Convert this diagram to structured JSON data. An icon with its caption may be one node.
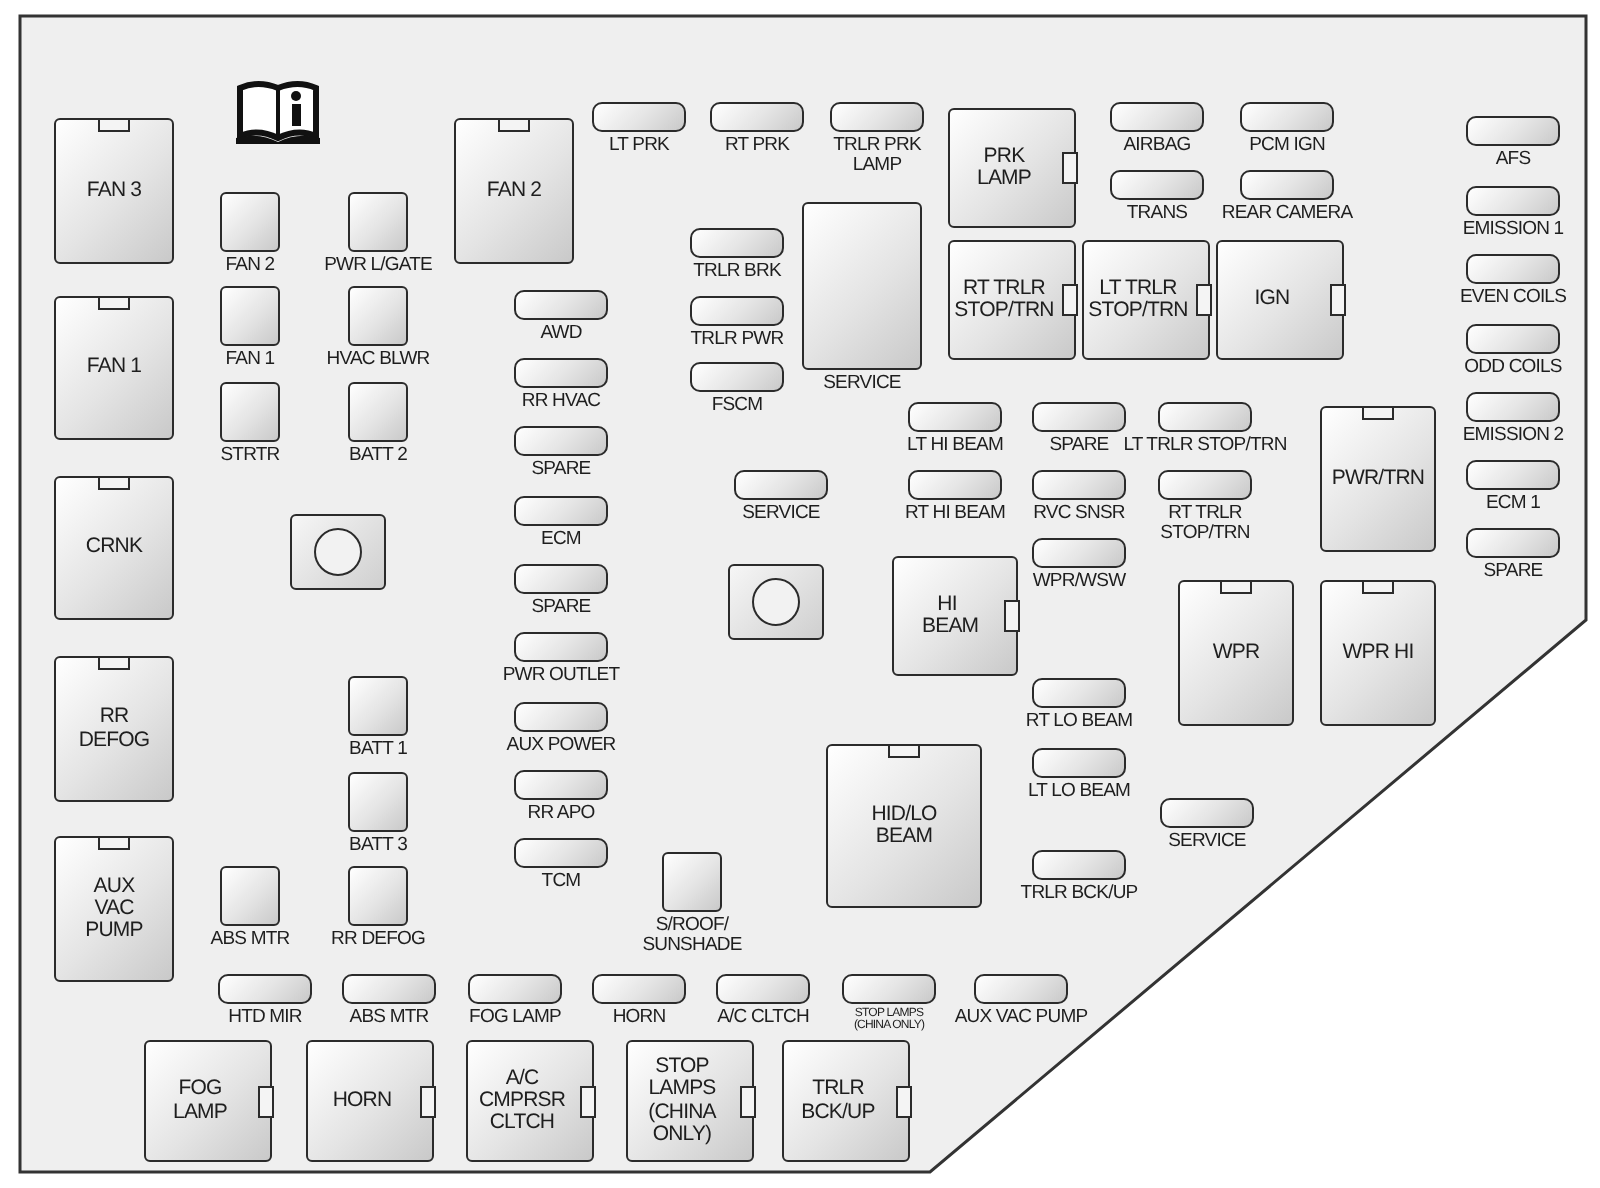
{
  "diagram": {
    "nodes": [
      {
        "text": [
          "FAN 3"
        ]
      },
      {
        "text": [
          "FAN 2"
        ]
      },
      {
        "text": [
          "PWR L/GATE"
        ]
      },
      {
        "text": [
          "FAN 2"
        ]
      },
      {
        "text": [
          "LT PRK"
        ]
      },
      {
        "text": [
          "RT PRK"
        ]
      },
      {
        "text": [
          "TRLR PRK LAMP"
        ]
      },
      {
        "text": [
          "PRK LAMP"
        ]
      },
      {
        "text": [
          "AIRBAG"
        ]
      },
      {
        "text": [
          "PCM IGN"
        ]
      },
      {
        "text": [
          "AFS"
        ]
      },
      {
        "text": [
          "TRANS"
        ]
      },
      {
        "text": [
          "REAR CAMERA"
        ]
      },
      {
        "text": [
          "EMISSION 1"
        ]
      },
      {
        "text": [
          "TRLR BRK"
        ]
      },
      {
        "text": [
          "SERVICE"
        ]
      },
      {
        "text": [
          "RT TRLR STOP/TRN"
        ]
      },
      {
        "text": [
          "LT TRLR STOP/TRN"
        ]
      },
      {
        "text": [
          "IGN"
        ]
      },
      {
        "text": [
          "EVEN COILS"
        ]
      },
      {
        "text": [
          "FAN 1"
        ]
      },
      {
        "text": [
          "FAN 1"
        ]
      },
      {
        "text": [
          "HVAC BLWR"
        ]
      },
      {
        "text": [
          "AWD"
        ]
      },
      {
        "text": [
          "TRLR PWR"
        ]
      },
      {
        "text": [
          "ODD COILS"
        ]
      },
      {
        "text": [
          "RR HVAC"
        ]
      },
      {
        "text": [
          "FSCM"
        ]
      },
      {
        "text": [
          "STRTR"
        ]
      },
      {
        "text": [
          "BATT 2"
        ]
      },
      {
        "text": [
          "LT HI BEAM"
        ]
      },
      {
        "text": [
          "SPARE"
        ]
      },
      {
        "text": [
          "LT TRLR STOP/TRN"
        ]
      },
      {
        "text": [
          "PWR/TRN"
        ]
      },
      {
        "text": [
          "EMISSION 2"
        ]
      },
      {
        "text": [
          "SPARE"
        ]
      },
      {
        "text": [
          "ECM 1"
        ]
      },
      {
        "text": [
          "SERVICE"
        ]
      },
      {
        "text": [
          "RT HI BEAM"
        ]
      },
      {
        "text": [
          "RVC SNSR"
        ]
      },
      {
        "text": [
          "RT TRLR STOP/TRN"
        ]
      },
      {
        "text": [
          "CRNK"
        ]
      },
      {
        "text": [
          "ECM"
        ]
      },
      {
        "text": [
          "SPARE"
        ]
      },
      {
        "text": [
          "WPR/WSW"
        ]
      },
      {
        "text": [
          "HI BEAM"
        ]
      },
      {
        "text": [
          "SPARE"
        ]
      },
      {
        "text": [
          "WPR"
        ]
      },
      {
        "text": [
          "WPR HI"
        ]
      },
      {
        "text": [
          "PWR OUTLET"
        ]
      },
      {
        "text": [
          "RR DEFOG"
        ]
      },
      {
        "text": [
          "BATT 1"
        ]
      },
      {
        "text": [
          "RT LO BEAM"
        ]
      },
      {
        "text": [
          "AUX POWER"
        ]
      },
      {
        "text": [
          "HID/LO BEAM"
        ]
      },
      {
        "text": [
          "LT LO BEAM"
        ]
      },
      {
        "text": [
          "RR APO"
        ]
      },
      {
        "text": [
          "BATT 3"
        ]
      },
      {
        "text": [
          "SERVICE"
        ]
      },
      {
        "text": [
          "AUX VAC PUMP"
        ]
      },
      {
        "text": [
          "TCM"
        ]
      },
      {
        "text": [
          "TRLR BCK/UP"
        ]
      },
      {
        "text": [
          "S/ROOF/ SUNSHADE"
        ]
      },
      {
        "text": [
          "ABS MTR"
        ]
      },
      {
        "text": [
          "RR DEFOG"
        ]
      },
      {
        "text": [
          "HTD MIR"
        ]
      },
      {
        "text": [
          "ABS MTR"
        ]
      },
      {
        "text": [
          "FOG LAMP"
        ]
      },
      {
        "text": [
          "HORN"
        ]
      },
      {
        "text": [
          "A/C CLTCH"
        ]
      },
      {
        "text": [
          "STOP LAMPS (CHINA ONLY)"
        ]
      },
      {
        "text": [
          "AUX VAC PUMP"
        ]
      },
      {
        "text": [
          "FOG LAMP"
        ]
      },
      {
        "text": [
          "HORN"
        ]
      },
      {
        "text": [
          "A/C CMPRSR CLTCH"
        ]
      },
      {
        "text": [
          "STOP LAMPS (CHINA ONLY)"
        ]
      },
      {
        "text": [
          "TRLR BCK/UP"
        ]
      }
    ]
  }
}
